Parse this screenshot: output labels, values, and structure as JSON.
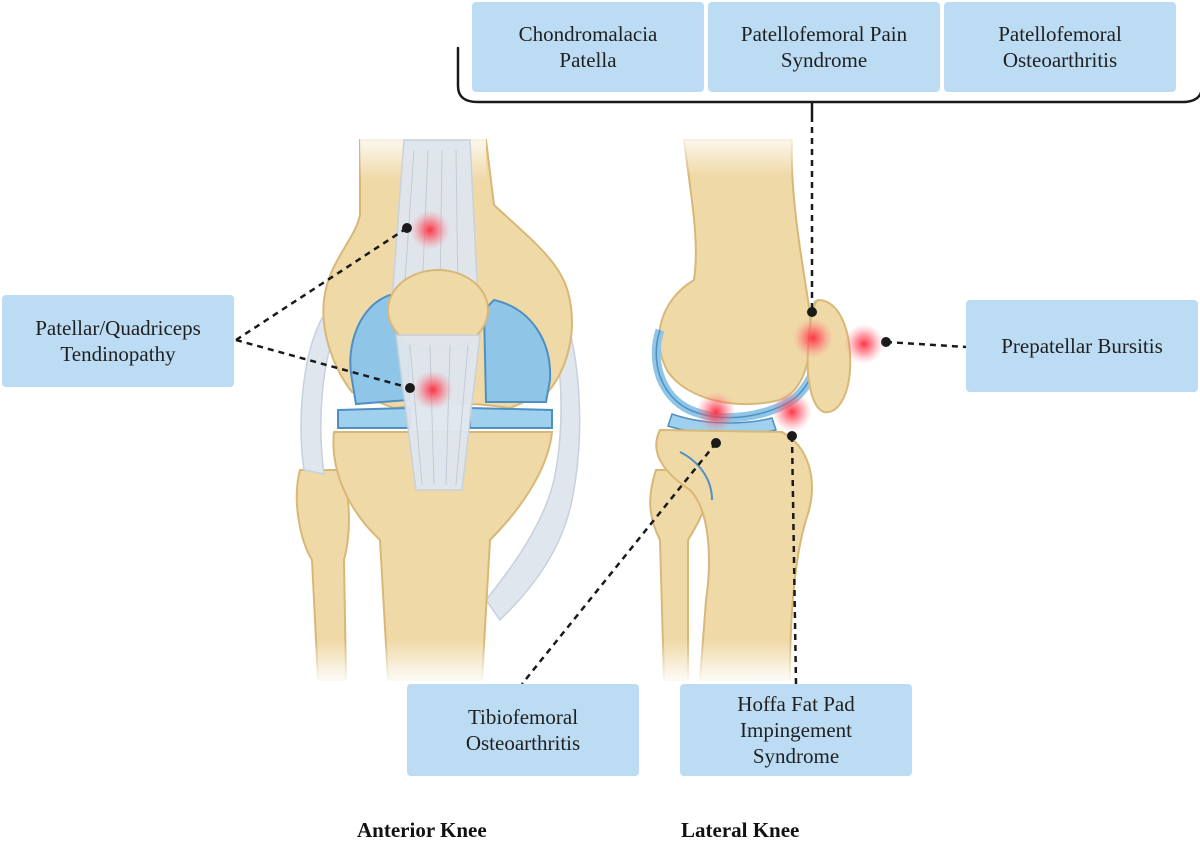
{
  "top_labels": [
    "Chondromalacia\nPatella",
    "Patellofemoral Pain\nSyndrome",
    "Patellofemoral\nOsteoarthritis"
  ],
  "left_label": "Patellar/Quadriceps\nTendinopathy",
  "right_label": "Prepatellar Bursitis",
  "bottom_left_label": "Tibiofemoral\nOsteoarthritis",
  "bottom_right_label": "Hoffa Fat Pad\nImpingement\nSyndrome",
  "view_titles": {
    "anterior": "Anterior Knee",
    "lateral": "Lateral Knee"
  },
  "colors": {
    "label_fill": "#bcdcf4",
    "bone": "#efd9a7",
    "bone_outline": "#d9b877",
    "cartilage": "#8fc6e8",
    "cartilage_outline": "#4f8fc2",
    "tendon": "#dfe6ee",
    "pain_marker": "#ff2b3f",
    "leader_line": "#1a1a1a"
  }
}
